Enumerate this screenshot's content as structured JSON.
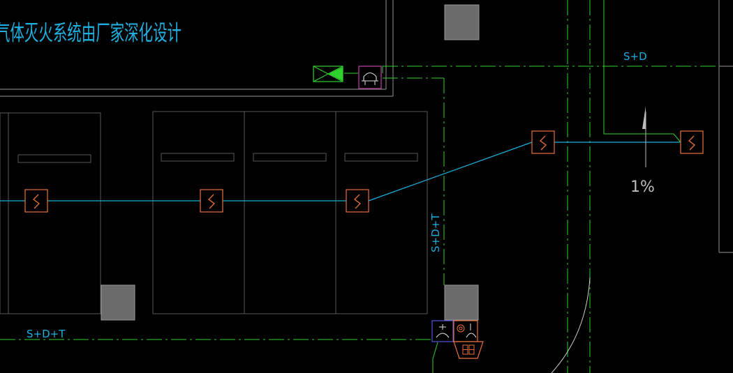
{
  "drawing": {
    "title": "气体灭火系统由厂家深化设计",
    "labels": {
      "sd_top": "S+D",
      "sdt_vertical": "S+D+T",
      "sdt_bottom": "S+D+T",
      "slope": "1%"
    }
  },
  "colors": {
    "background": "#000000",
    "wall": "#7a7a7a",
    "cyan": "#1fb0e0",
    "green": "#2fd12f",
    "device_orange": "#e8713a",
    "device_magenta": "#c23fa8",
    "device_blue": "#5555dd",
    "column_fill": "#6b6b6b"
  },
  "icons": [
    "smoke-detector-icon",
    "alarm-bell-icon",
    "solenoid-valve-icon",
    "manual-pull-station-icon",
    "sounder-icon",
    "junction-box-icon"
  ]
}
